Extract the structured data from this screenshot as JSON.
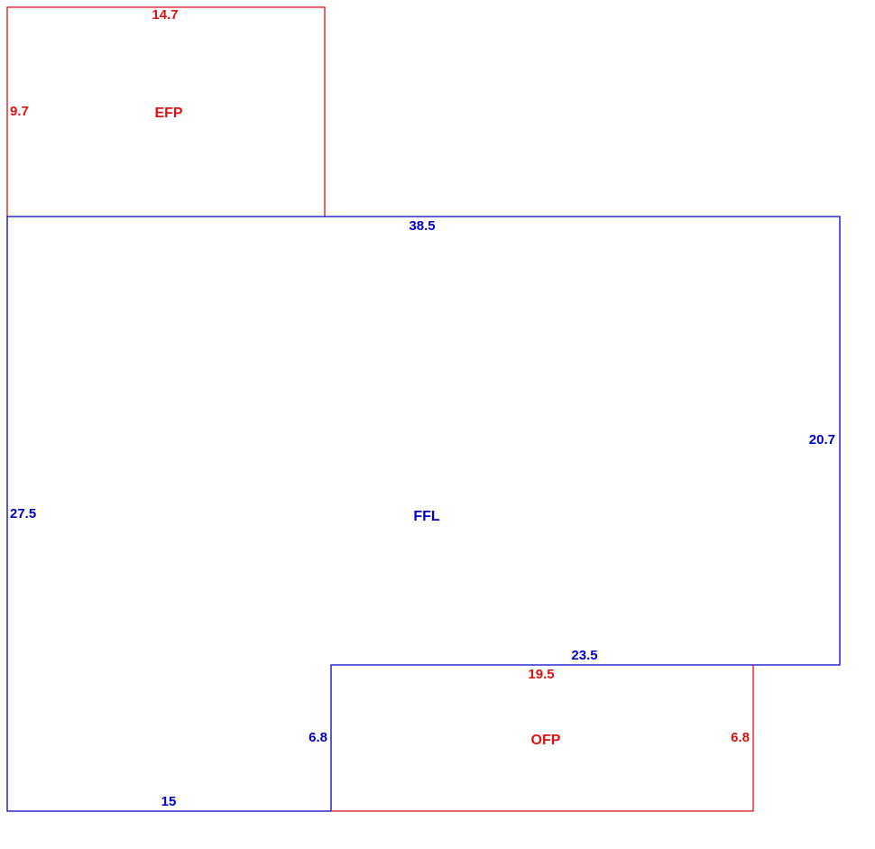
{
  "colors": {
    "living_area": "#0000cc",
    "porch": "#dd1111",
    "background": "#ffffff"
  },
  "areas": {
    "efp": {
      "name": "EFP",
      "dimensions": {
        "top": "14.7",
        "left": "9.7"
      }
    },
    "ffl": {
      "name": "FFL",
      "dimensions": {
        "top": "38.5",
        "right": "20.7",
        "notch_top": "23.5",
        "notch_left": "6.8",
        "bottom": "15",
        "left": "27.5"
      }
    },
    "ofp": {
      "name": "OFP",
      "dimensions": {
        "top": "19.5",
        "right": "6.8"
      }
    }
  }
}
